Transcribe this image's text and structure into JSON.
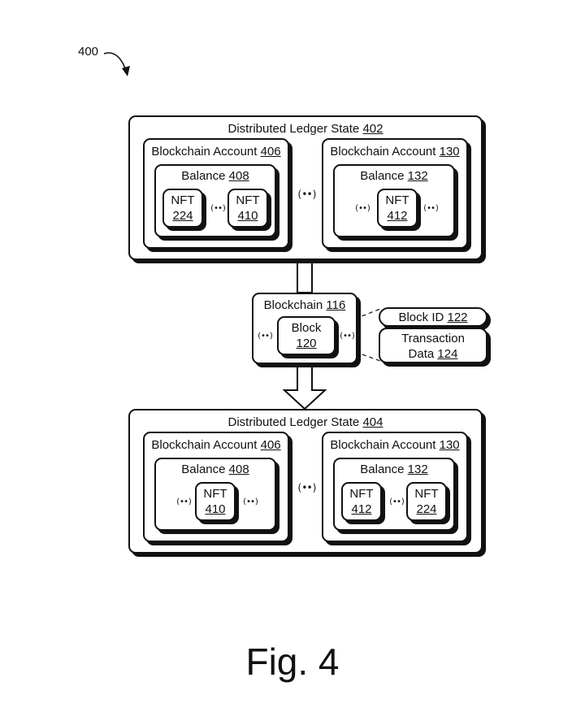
{
  "figure_ref": "400",
  "figure_caption": "Fig. 4",
  "ellipsis": "(••)",
  "state_top": {
    "title": "Distributed Ledger State",
    "num": "402",
    "account_a": {
      "title": "Blockchain Account",
      "num": "406",
      "balance": {
        "title": "Balance",
        "num": "408"
      },
      "nfts": [
        {
          "label": "NFT",
          "num": "224"
        },
        {
          "label": "NFT",
          "num": "410"
        }
      ]
    },
    "account_b": {
      "title": "Blockchain Account",
      "num": "130",
      "balance": {
        "title": "Balance",
        "num": "132"
      },
      "nfts": [
        {
          "label": "NFT",
          "num": "412"
        }
      ]
    }
  },
  "blockchain": {
    "title": "Blockchain",
    "num": "116",
    "block": {
      "label": "Block",
      "num": "120"
    },
    "block_id": {
      "label": "Block ID",
      "num": "122"
    },
    "transaction": {
      "line1": "Transaction",
      "line2": "Data",
      "num": "124"
    }
  },
  "state_bottom": {
    "title": "Distributed Ledger State",
    "num": "404",
    "account_a": {
      "title": "Blockchain Account",
      "num": "406",
      "balance": {
        "title": "Balance",
        "num": "408"
      },
      "nfts": [
        {
          "label": "NFT",
          "num": "410"
        }
      ]
    },
    "account_b": {
      "title": "Blockchain Account",
      "num": "130",
      "balance": {
        "title": "Balance",
        "num": "132"
      },
      "nfts": [
        {
          "label": "NFT",
          "num": "412"
        },
        {
          "label": "NFT",
          "num": "224"
        }
      ]
    }
  }
}
